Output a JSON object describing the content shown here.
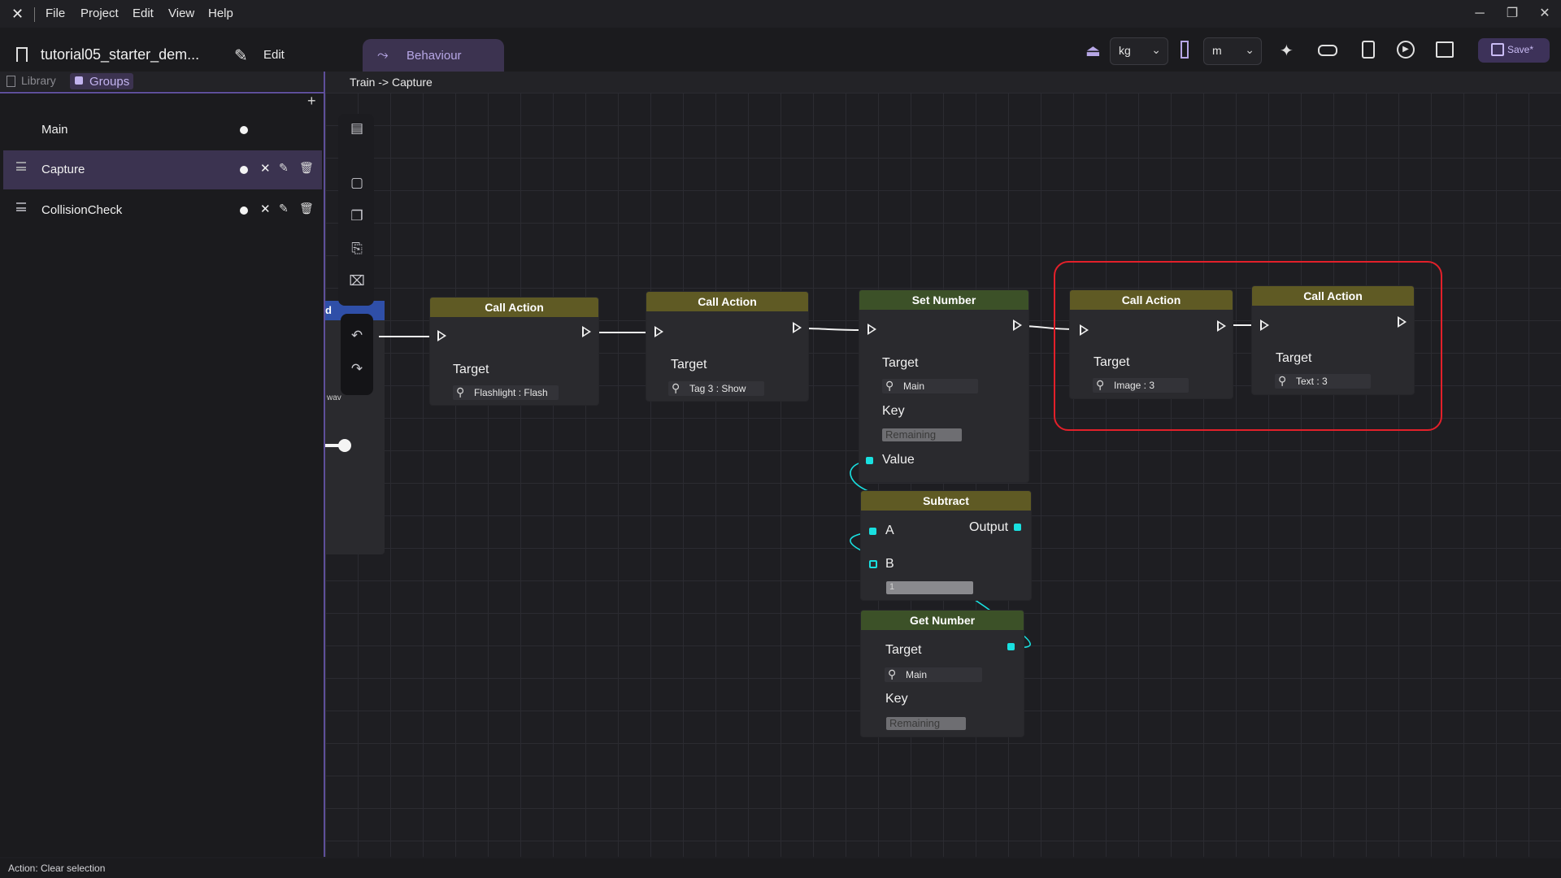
{
  "menu": {
    "file": "File",
    "project": "Project",
    "edit": "Edit",
    "view": "View",
    "help": "Help"
  },
  "window": {
    "minimize": "─",
    "restore": "❐",
    "close": "✕"
  },
  "toolbar": {
    "project_title": "tutorial05_starter_dem...",
    "edit_label": "Edit",
    "behaviour_tab": "Behaviour",
    "mass_unit": "kg",
    "length_unit": "m",
    "save_label": "Save*"
  },
  "left_panel": {
    "tabs": {
      "library": "Library",
      "groups": "Groups"
    },
    "add": "+",
    "groups": [
      {
        "label": "Main"
      },
      {
        "label": "Capture"
      },
      {
        "label": "CollisionCheck"
      }
    ]
  },
  "breadcrumb": "Train -> Capture",
  "partial_node": {
    "header_char": "d",
    "field_text": "wav"
  },
  "nodes": {
    "call_action_1": {
      "title": "Call Action",
      "target_label": "Target",
      "target_value": "Flashlight : Flash"
    },
    "call_action_2": {
      "title": "Call Action",
      "target_label": "Target",
      "target_value": "Tag 3 : Show"
    },
    "set_number": {
      "title": "Set Number",
      "target_label": "Target",
      "target_value": "Main",
      "key_label": "Key",
      "key_value": "Remaining",
      "value_label": "Value"
    },
    "call_action_3": {
      "title": "Call Action",
      "target_label": "Target",
      "target_value": "Image : 3"
    },
    "call_action_4": {
      "title": "Call Action",
      "target_label": "Target",
      "target_value": "Text : 3"
    },
    "subtract": {
      "title": "Subtract",
      "a_label": "A",
      "b_label": "B",
      "b_value": "1",
      "output_label": "Output"
    },
    "get_number": {
      "title": "Get Number",
      "target_label": "Target",
      "target_value": "Main",
      "key_label": "Key",
      "key_value": "Remaining"
    }
  },
  "status_bar": {
    "text": "Action: Clear selection"
  },
  "colors": {
    "accent": "#5e4f9a",
    "header_action": "#5f5a24",
    "header_set": "#3c5128",
    "data_wire": "#19e0e0",
    "highlight": "#e3202a"
  }
}
